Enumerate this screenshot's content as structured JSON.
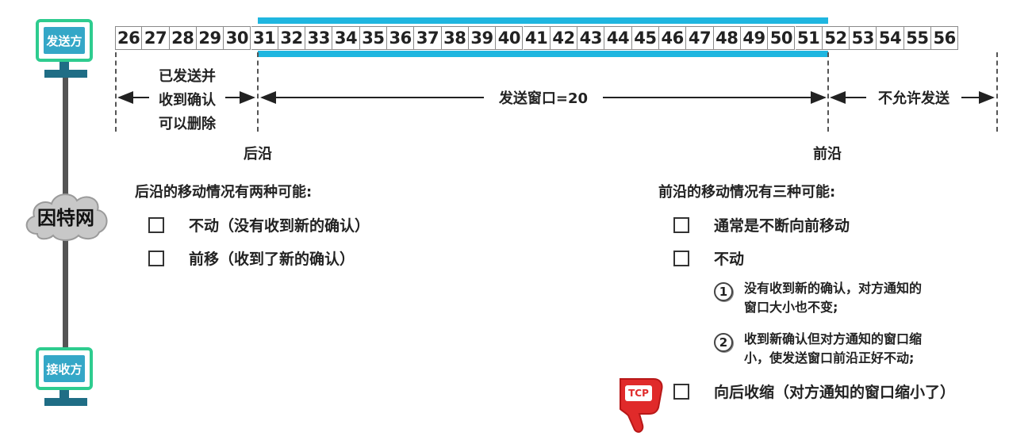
{
  "sender_label": "发送方",
  "receiver_label": "接收方",
  "network_label": "因特网",
  "sequence_numbers": [
    "26",
    "27",
    "28",
    "29",
    "30",
    "31",
    "32",
    "33",
    "34",
    "35",
    "36",
    "37",
    "38",
    "39",
    "40",
    "41",
    "42",
    "43",
    "44",
    "45",
    "46",
    "47",
    "48",
    "49",
    "50",
    "51",
    "52",
    "53",
    "54",
    "55",
    "56"
  ],
  "acked_label": [
    "已发送并",
    "收到确认",
    "可以删除"
  ],
  "window_label": "发送窗口=20",
  "not_allowed_label": "不允许发送",
  "trailing_edge_label": "后沿",
  "leading_edge_label": "前沿",
  "trailing": {
    "heading": "后沿的移动情况有两种可能:",
    "options": [
      "不动（没有收到新的确认）",
      "前移（收到了新的确认）"
    ]
  },
  "leading": {
    "heading": "前沿的移动情况有三种可能:",
    "options": [
      "通常是不断向前移动",
      "不动",
      "向后收缩（对方通知的窗口缩小了）"
    ],
    "sub_items": [
      {
        "num": "1",
        "lines": [
          "没有收到新的确认，对方通知的",
          "窗口大小也不变;"
        ]
      },
      {
        "num": "2",
        "lines": [
          "收到新确认但对方通知的窗口缩",
          "小，使发送窗口前沿正好不动;"
        ]
      }
    ]
  },
  "badge_label": "TCP",
  "colors": {
    "window_bar": "#1fb6e0",
    "device_border": "#2ecc8f",
    "device_screen": "#34a7c7",
    "badge": "#e02a2a"
  }
}
